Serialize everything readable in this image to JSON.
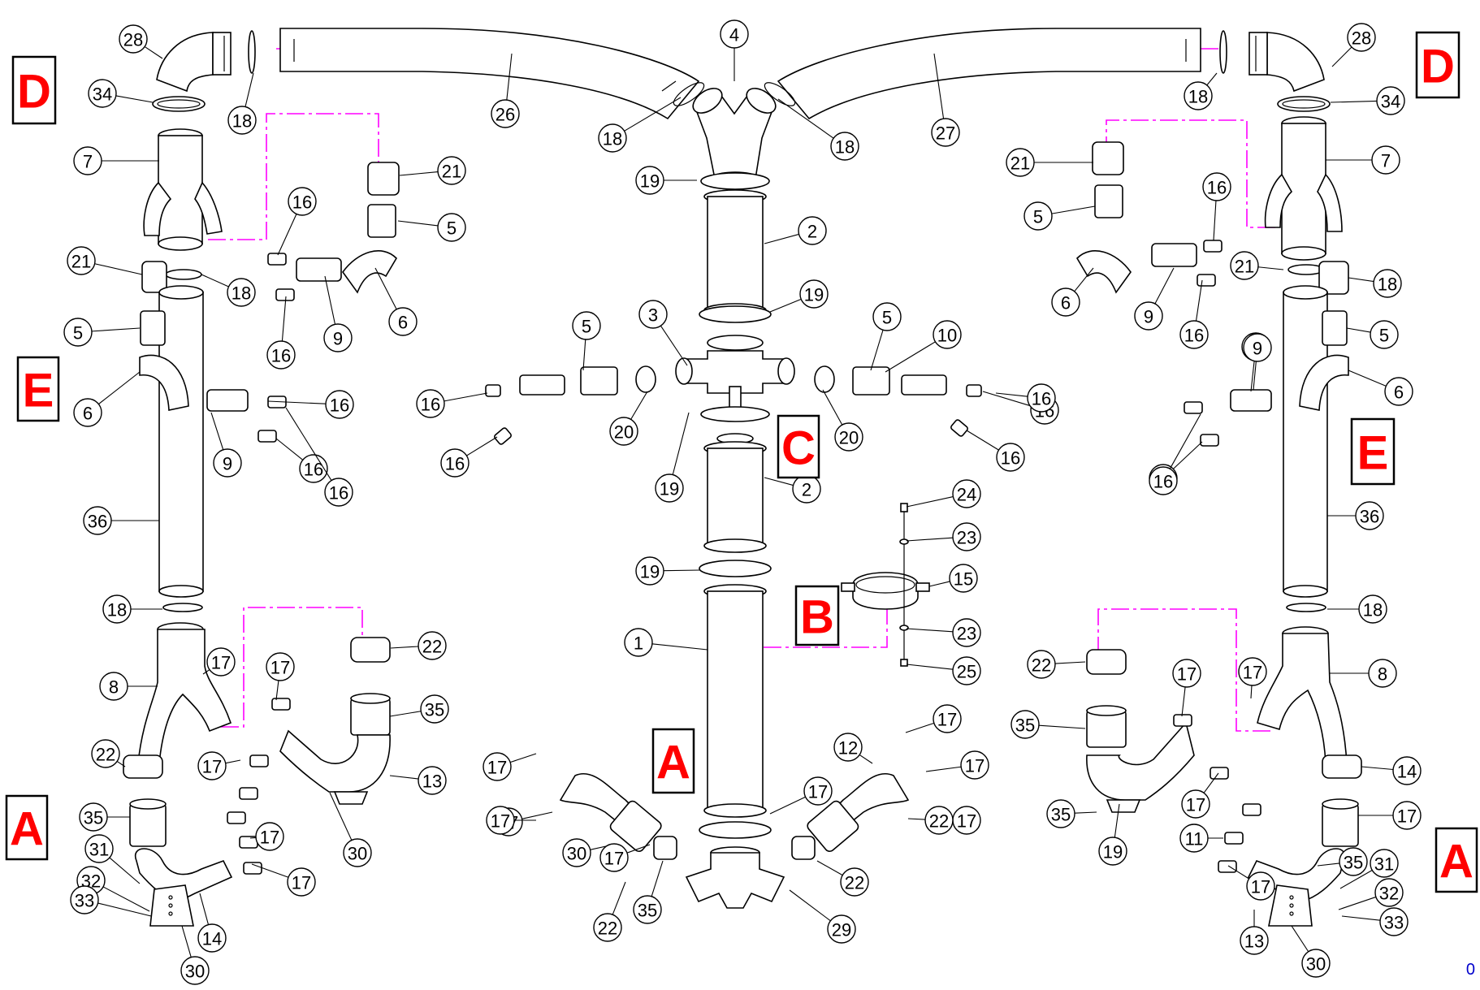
{
  "diagram": {
    "sections": [
      {
        "id": "D",
        "label": "D"
      },
      {
        "id": "D",
        "label": "D"
      },
      {
        "id": "E",
        "label": "E"
      },
      {
        "id": "E",
        "label": "E"
      },
      {
        "id": "C",
        "label": "C"
      },
      {
        "id": "B",
        "label": "B"
      },
      {
        "id": "A",
        "label": "A"
      },
      {
        "id": "A",
        "label": "A"
      },
      {
        "id": "A",
        "label": "A"
      }
    ],
    "callouts": [
      "28",
      "18",
      "26",
      "4",
      "18",
      "18",
      "27",
      "18",
      "28",
      "34",
      "34",
      "7",
      "7",
      "21",
      "21",
      "5",
      "5",
      "16",
      "16",
      "6",
      "6",
      "21",
      "18",
      "18",
      "21",
      "5",
      "5",
      "9",
      "9",
      "16",
      "16",
      "9",
      "5",
      "3",
      "5",
      "10",
      "6",
      "6",
      "16",
      "16",
      "16",
      "16",
      "20",
      "20",
      "16",
      "16",
      "9",
      "9",
      "16",
      "16",
      "19",
      "2",
      "19",
      "16",
      "16",
      "19",
      "2",
      "36",
      "36",
      "24",
      "23",
      "15",
      "19",
      "18",
      "18",
      "1",
      "23",
      "25",
      "22",
      "22",
      "8",
      "8",
      "17",
      "17",
      "17",
      "17",
      "35",
      "35",
      "12",
      "17",
      "17",
      "17",
      "17",
      "17",
      "17",
      "22",
      "22",
      "14",
      "13",
      "35",
      "35",
      "17",
      "17",
      "17",
      "17",
      "11",
      "30",
      "30",
      "19",
      "17",
      "17",
      "17",
      "17",
      "35",
      "35",
      "22",
      "22",
      "29",
      "14",
      "13",
      "31",
      "31",
      "32",
      "32",
      "33",
      "33",
      "30",
      "30"
    ],
    "corner_code": "0",
    "colors": {
      "outline": "#000000",
      "section_letter": "#ff0000",
      "link_line": "#ff00ff",
      "corner_code": "#0000cc"
    }
  }
}
